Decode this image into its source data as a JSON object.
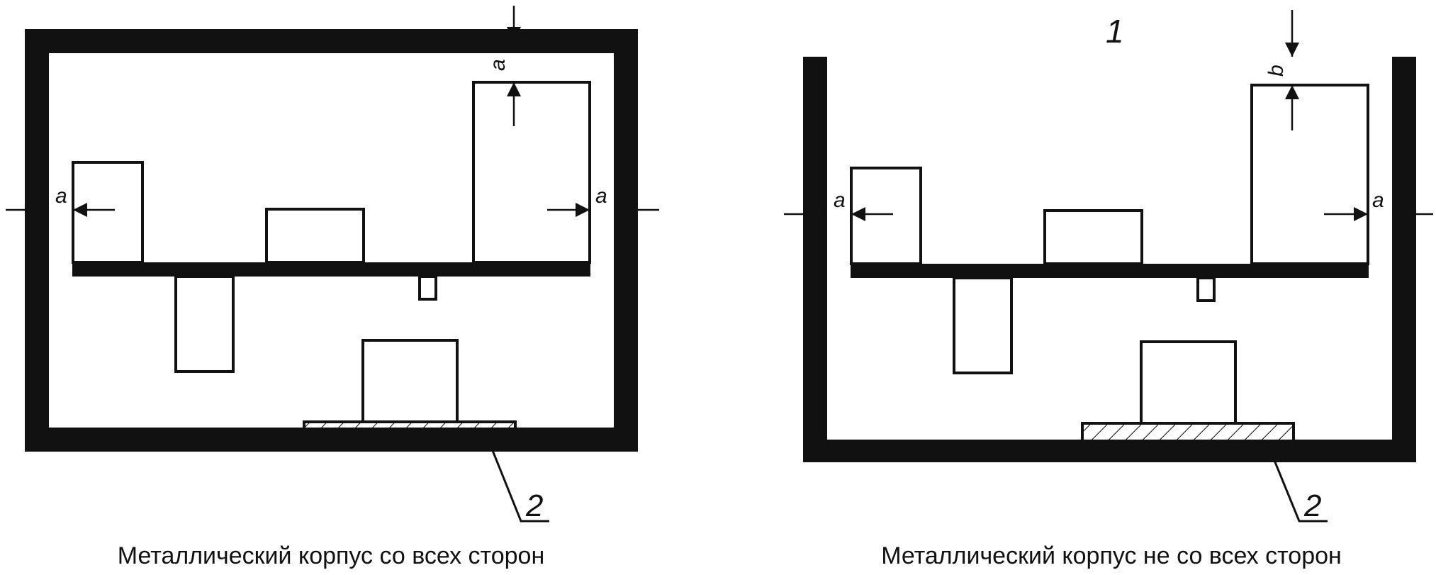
{
  "colors": {
    "wall": "#111111",
    "line": "#111111",
    "background": "#ffffff"
  },
  "left_figure": {
    "caption": "Металлический корпус со всех сторон",
    "label_top": "a",
    "label_left": "a",
    "label_right": "a",
    "callout": "2"
  },
  "right_figure": {
    "caption": "Металлический корпус не со всех сторон",
    "label_top": "b",
    "label_left": "a",
    "label_right": "a",
    "callout": "2",
    "opening_marker": "1"
  }
}
